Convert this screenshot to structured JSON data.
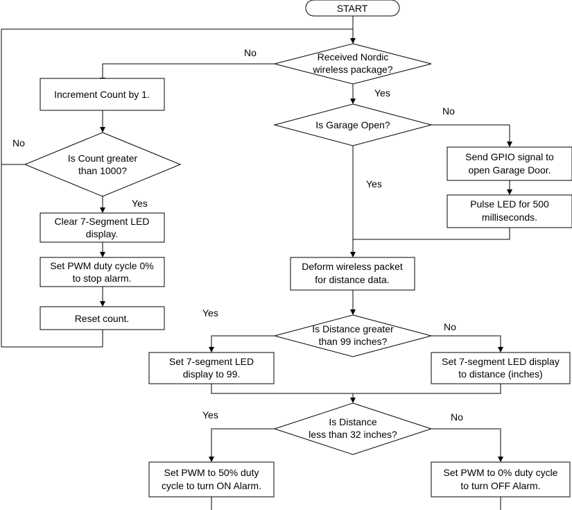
{
  "diagram": {
    "start": "START",
    "received_nordic": [
      "Received Nordic",
      "wireless package?"
    ],
    "increment_count": "Increment Count by 1.",
    "count_greater": [
      "Is Count greater",
      "than 1000?"
    ],
    "clear_led": [
      "Clear 7-Segment LED",
      "display."
    ],
    "pwm_stop": [
      "Set PWM duty cycle 0%",
      "to stop alarm."
    ],
    "reset_count": "Reset count.",
    "garage_open": "Is Garage Open?",
    "send_gpio": [
      "Send GPIO signal to",
      "open Garage Door."
    ],
    "pulse_led": [
      "Pulse LED for 500",
      "milliseconds."
    ],
    "deform_packet": [
      "Deform wireless packet",
      "for distance data."
    ],
    "distance_greater": [
      "Is Distance greater",
      "than  99 inches?"
    ],
    "set_led_99": [
      "Set 7-segment LED",
      "display to 99."
    ],
    "set_led_distance": [
      "Set 7-segment LED display",
      "to distance (inches)"
    ],
    "distance_less": [
      "Is Distance",
      "less than 32 inches?"
    ],
    "pwm_on": [
      "Set PWM to 50% duty",
      "cycle to turn ON Alarm."
    ],
    "pwm_off": [
      "Set PWM to 0% duty cycle",
      "to turn OFF Alarm."
    ],
    "labels": {
      "no_nordic": "No",
      "yes_nordic": "Yes",
      "no_count": "No",
      "yes_count": "Yes",
      "no_garage": "No",
      "yes_garage": "Yes",
      "yes_distance_greater": "Yes",
      "no_distance_greater": "No",
      "yes_distance_less": "Yes",
      "no_distance_less": "No"
    }
  }
}
